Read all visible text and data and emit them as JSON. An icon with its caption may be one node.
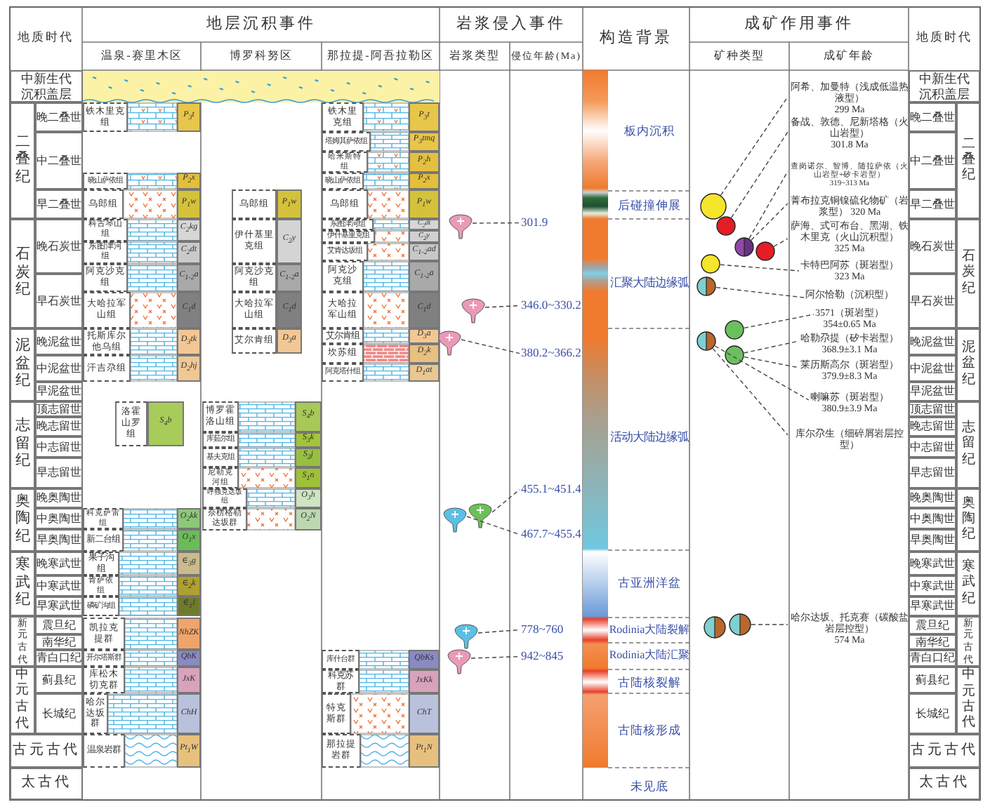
{
  "diagram": {
    "nodes": [
      {
        "text": [],
        "shape": "funnel"
      },
      {
        "text": [
          "301.9"
        ]
      },
      {
        "text": [],
        "shape": "funnel"
      },
      {
        "text": [
          "346.0~330.2"
        ]
      },
      {
        "text": [],
        "shape": "funnel"
      },
      {
        "text": [
          "380.2~366.2"
        ]
      },
      {
        "text": [
          "455.1~451.4"
        ]
      },
      {
        "text": [],
        "shape": "funnel"
      },
      {
        "text": [],
        "shape": "funnel"
      },
      {
        "text": [
          "467.7~455.4"
        ]
      },
      {
        "text": [],
        "shape": "funnel"
      },
      {
        "text": [
          "778~760"
        ]
      },
      {
        "text": [],
        "shape": "funnel"
      },
      {
        "text": [
          "942~845"
        ]
      },
      {
        "text": [],
        "shape": "circle"
      },
      {
        "text": [],
        "shape": "circle"
      },
      {
        "text": [],
        "shape": "circle"
      },
      {
        "text": [],
        "shape": "circle"
      },
      {
        "text": [],
        "shape": "circle"
      },
      {
        "text": [],
        "shape": "circle"
      },
      {
        "text": [],
        "shape": "circle"
      },
      {
        "text": [],
        "shape": "circle"
      },
      {
        "text": [],
        "shape": "circle"
      },
      {
        "text": [],
        "shape": "circle"
      },
      {
        "text": [],
        "shape": "circle"
      },
      {
        "text": [
          "阿希、加曼特（浅成低温热液型）",
          "299 Ma"
        ]
      },
      {
        "text": [
          "备战、敦德、尼新塔格（火山岩型）",
          "301.8 Ma"
        ]
      },
      {
        "text": [
          "查岗诺尔、智博、随拉萨依（火山岩型+矽卡岩型）",
          "319~313 Ma"
        ]
      },
      {
        "text": [
          "菁布拉克铜镍硫化物矿（岩浆型）",
          "320 Ma"
        ]
      },
      {
        "text": [
          "萨海、式可布台、黑湖、铁木里克（火山沉积型）",
          "325 Ma"
        ]
      },
      {
        "text": [
          "卡特巴阿苏（斑岩型）",
          "323 Ma"
        ]
      },
      {
        "text": [
          "阿尔恰勒（沉积型）"
        ]
      },
      {
        "text": [
          "3571（斑岩型）",
          "354±0.65 Ma"
        ]
      },
      {
        "text": [
          "哈勒尕提（矽卡岩型）",
          "368.9±3.1 Ma"
        ]
      },
      {
        "text": [
          "莱历斯高尔（斑岩型）",
          "379.9±8.3 Ma"
        ]
      },
      {
        "text": [
          "喇嘛苏（斑岩型）",
          "380.9±3.9 Ma"
        ]
      },
      {
        "text": [
          "库尔尕生（细碎屑岩层控型）"
        ]
      },
      {
        "text": [
          "哈尔达坂、托克赛（碳酸盐岩层控型）",
          "574 Ma"
        ]
      }
    ],
    "edges": [
      {
        "from": 0,
        "to": 1,
        "arrow": "none",
        "style": "dashed"
      },
      {
        "from": 2,
        "to": 3,
        "arrow": "none",
        "style": "dashed"
      },
      {
        "from": 4,
        "to": 5,
        "arrow": "none",
        "style": "dashed"
      },
      {
        "from": 8,
        "to": 6,
        "arrow": "none",
        "style": "dashed"
      },
      {
        "from": 7,
        "to": 9,
        "arrow": "none",
        "style": "dashed"
      },
      {
        "from": 10,
        "to": 11,
        "arrow": "none",
        "style": "dashed"
      },
      {
        "from": 12,
        "to": 13,
        "arrow": "none",
        "style": "dashed"
      },
      {
        "from": 14,
        "to": 25,
        "arrow": "none",
        "style": "dashed"
      },
      {
        "from": 15,
        "to": 26,
        "arrow": "none",
        "style": "dashed"
      },
      {
        "from": 16,
        "to": 27,
        "arrow": "none",
        "style": "dashed"
      },
      {
        "from": 16,
        "to": 28,
        "arrow": "none",
        "style": "dashed"
      },
      {
        "from": 17,
        "to": 29,
        "arrow": "none",
        "style": "dashed"
      },
      {
        "from": 18,
        "to": 30,
        "arrow": "none",
        "style": "dashed"
      },
      {
        "from": 19,
        "to": 31,
        "arrow": "none",
        "style": "dashed"
      },
      {
        "from": 20,
        "to": 32,
        "arrow": "none",
        "style": "dashed"
      },
      {
        "from": 22,
        "to": 33,
        "arrow": "none",
        "style": "dashed"
      },
      {
        "from": 22,
        "to": 34,
        "arrow": "none",
        "style": "dashed"
      },
      {
        "from": 21,
        "to": 35,
        "arrow": "none",
        "style": "dashed"
      },
      {
        "from": 21,
        "to": 36,
        "arrow": "none",
        "style": "dashed"
      },
      {
        "from": 24,
        "to": 37,
        "arrow": "none",
        "style": "dashed"
      }
    ],
    "labels": [
      "地质时代",
      "地层沉积事件",
      "温泉-赛里木区",
      "博罗科努区",
      "那拉提-阿吾拉勒区",
      "岩浆侵入事件",
      "岩浆类型",
      "侵位年龄(Ma)",
      "构造背景",
      "成矿作用事件",
      "矿种类型",
      "成矿年龄",
      "地质时代",
      "中新生代沉积盖层",
      "二叠纪",
      "晚二叠世",
      "中二叠世",
      "早二叠世",
      "石炭纪",
      "晚石炭世",
      "早石炭世",
      "泥盆纪",
      "晚泥盆世",
      "中泥盆世",
      "早泥盆世",
      "志留纪",
      "顶志留世",
      "晚志留世",
      "中志留世",
      "早志留世",
      "奥陶纪",
      "晚奥陶世",
      "中奥陶世",
      "早奥陶世",
      "寒武纪",
      "晚寒武世",
      "中寒武世",
      "早寒武世",
      "新元古代",
      "震旦纪",
      "南华纪",
      "青白口纪",
      "中元古代",
      "蓟县纪",
      "长城纪",
      "古元古代",
      "太古代",
      "铁木里克组",
      "P$_{3}$t",
      "晓山萨依组",
      "P$_{2}$x",
      "乌郎组",
      "P$_{1}$w",
      "科古琴山组",
      "C$_{2}$kg",
      "东图津河组",
      "C$_{2}$dt",
      "阿克沙克组",
      "C$_{1-2}$a",
      "大哈拉军山组",
      "C$_{1}$d",
      "托斯库尔他乌组",
      "D$_{3}$tk",
      "汗吉尕组",
      "D$_{2}$hj",
      "洛霍山罗组",
      "S$_{4}$b",
      "科克萨雷组",
      "O$_{2}$kk",
      "新二台组",
      "O$_{1}$x",
      "果子沟组",
      "∈$_{3}$g",
      "肯萨依组",
      "∈$_{2}$k",
      "磷矿沟组",
      "∈$_{1}$l",
      "凯拉克提群",
      "NhZK",
      "开尔塔斯群",
      "QbK",
      "库松木切克群",
      "JxK",
      "哈尔达坂群",
      "ChH",
      "温泉岩群",
      "Pt$_{1}$W",
      "乌郎组",
      "P$_{1}$w",
      "伊什基里克组",
      "C$_{2}$y",
      "阿克沙克组",
      "C$_{1-2}$a",
      "大哈拉军山组",
      "C$_{1}$d",
      "艾尔肯组",
      "D$_{3}$a",
      "博罗霍洛山组",
      "S$_{4}$b",
      "库茹尔组",
      "S$_{3}$k",
      "基夫克组",
      "S$_{2}$j",
      "尼勒克河组",
      "S$_{1}$n",
      "呼独克达坂组",
      "O$_{3}$h",
      "奈楞格勒达坂群",
      "O$_{2}$N",
      "铁木里克组",
      "P$_{3}$t",
      "塔姆其萨依组",
      "P$_{3}$tmq",
      "哈米斯特组",
      "P$_{2}$h",
      "晓山萨依组",
      "P$_{2}$x",
      "乌郎组",
      "P$_{1}$w",
      "东图津河组",
      "C$_{2}$dt",
      "伊什基里克组",
      "C$_{2}$y",
      "艾肯达坂组",
      "C$_{1-2}$ad",
      "阿克沙克组",
      "C$_{1-2}$a",
      "大哈拉军山组",
      "C$_{1}$d",
      "艾尔肯组",
      "D$_{3}$a",
      "坎苏组",
      "D$_{2}$k",
      "阿克塔什组",
      "D$_{1}$at",
      "库什台群",
      "QbKs",
      "科克苏群",
      "JxKk",
      "特克斯群",
      "ChT",
      "那拉提岩群",
      "Pt$_{1}$N",
      "板内沉积",
      "后碰撞伸展",
      "汇聚大陆边缘弧",
      "活动大陆边缘弧",
      "古亚洲洋盆",
      "Rodinia大陆裂解",
      "Rodinia大陆汇聚",
      "古陆核裂解",
      "古陆核形成",
      "未见底",
      "中新生代沉积盖层",
      "二叠纪",
      "晚二叠世",
      "中二叠世",
      "早二叠世",
      "石炭纪",
      "晚石炭世",
      "早石炭世",
      "泥盆纪",
      "晚泥盆世",
      "中泥盆世",
      "早泥盆世",
      "志留纪",
      "顶志留世",
      "晚志留世",
      "中志留世",
      "早志留世",
      "奥陶纪",
      "晚奥陶世",
      "中奥陶世",
      "早奥陶世",
      "寒武纪",
      "晚寒武世",
      "中寒武世",
      "早寒武世",
      "新元古代",
      "震旦纪",
      "南华纪",
      "青白口纪",
      "中元古代",
      "蓟县纪",
      "长城纪",
      "古元古代",
      "太古代"
    ]
  }
}
